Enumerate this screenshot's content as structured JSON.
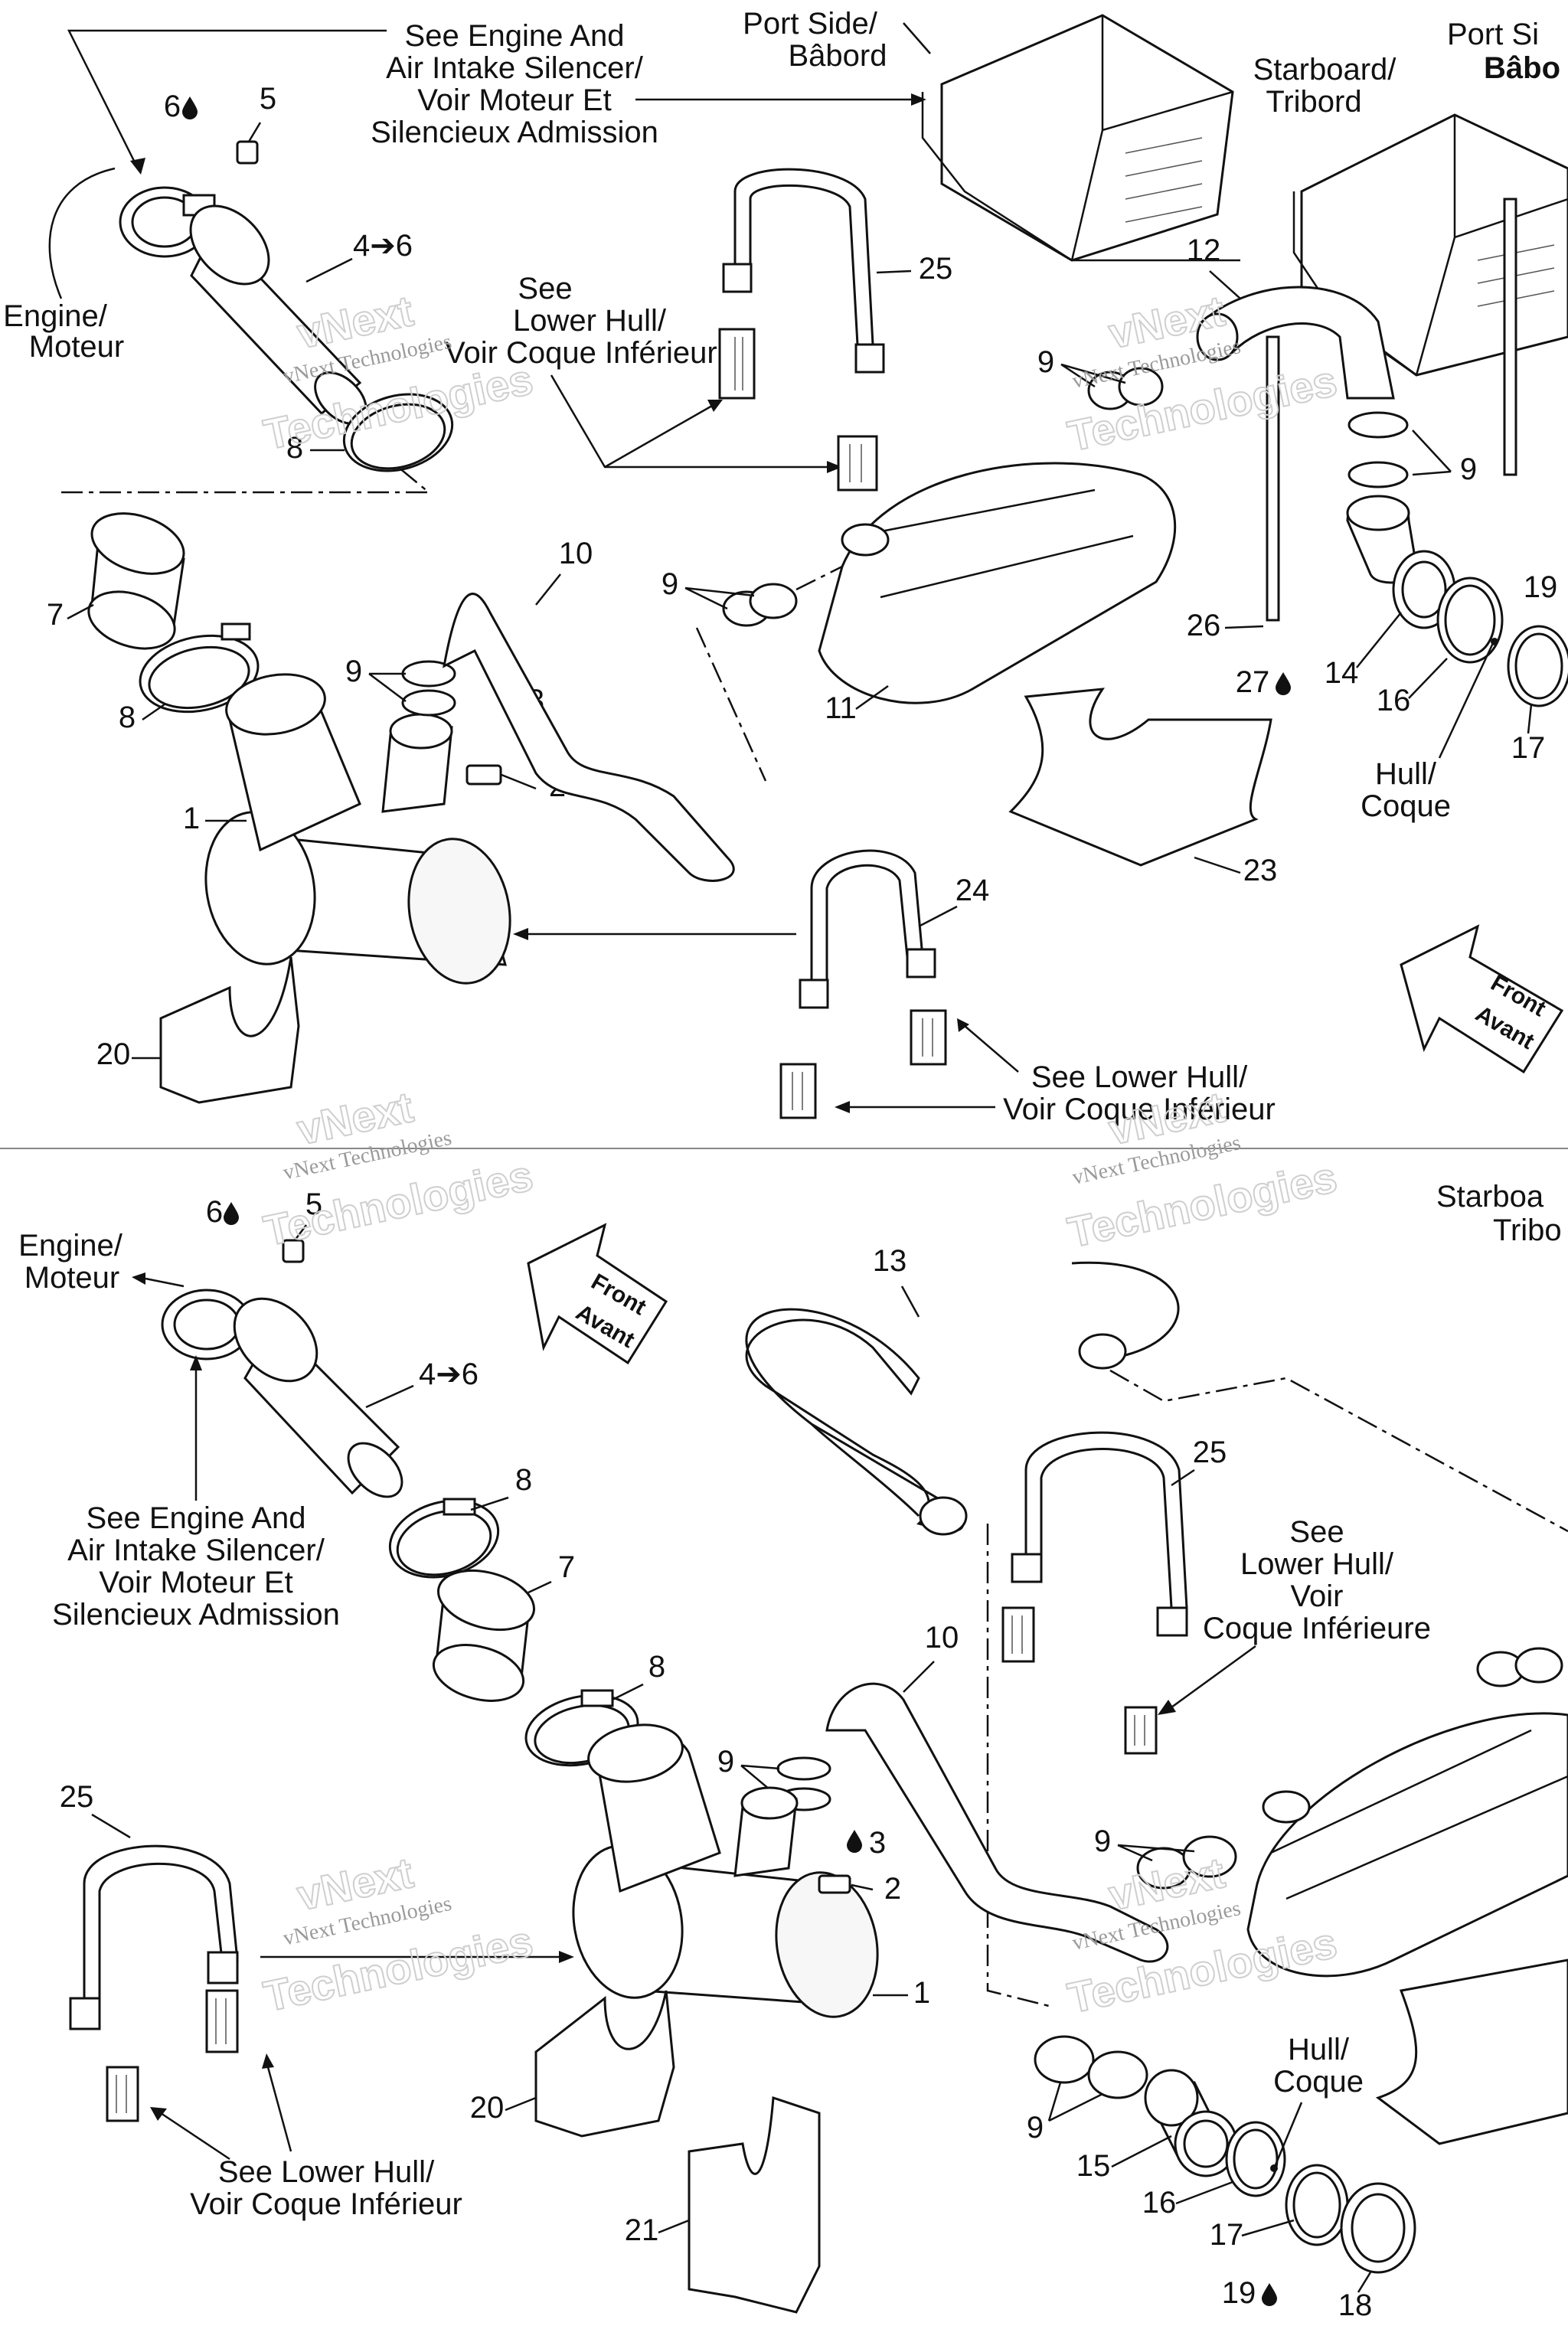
{
  "top_panel": {
    "refs": {
      "engine_intake": [
        "See Engine And",
        "Air Intake Silencer/",
        "Voir Moteur Et",
        "Silencieux Admission"
      ],
      "lower_hull_top": [
        "See",
        "Lower Hull/",
        "Voir Coque Inférieure"
      ],
      "lower_hull_bottom": [
        "See Lower Hull/",
        "Voir Coque Inférieur"
      ],
      "engine": [
        "Engine/",
        "Moteur"
      ],
      "port_side": [
        "Port Side/",
        "Bâbord"
      ],
      "port_side_right": [
        "Port Si",
        "Bâbo"
      ],
      "starboard": [
        "Starboard/",
        "Tribord"
      ],
      "hull": [
        "Hull/",
        "Coque"
      ],
      "front": [
        "Front",
        "Avant"
      ]
    },
    "callouts": {
      "c6": "6",
      "c5": "5",
      "c4": "4➔6",
      "c8a": "8",
      "c8b": "8",
      "c7": "7",
      "c9a": "9",
      "c9b": "9",
      "c9c": "9",
      "c9d": "9",
      "c10": "10",
      "c3": "3",
      "c2": "2",
      "c1": "1",
      "c11": "11",
      "c12": "12",
      "c14": "14",
      "c16": "16",
      "c17": "17",
      "c19": "19",
      "c20": "20",
      "c23": "23",
      "c24": "24",
      "c25": "25",
      "c26": "26",
      "c27": "27"
    }
  },
  "bottom_panel": {
    "refs": {
      "engine": [
        "Engine/",
        "Moteur"
      ],
      "engine_intake": [
        "See Engine And",
        "Air Intake Silencer/",
        "Voir Moteur Et",
        "Silencieux Admission"
      ],
      "lower_hull_right": [
        "See",
        "Lower Hull/",
        "Voir",
        "Coque Inférieure"
      ],
      "lower_hull_bottom": [
        "See Lower Hull/",
        "Voir Coque Inférieur"
      ],
      "starboard": [
        "Starboa",
        "Tribo"
      ],
      "hull": [
        "Hull/",
        "Coque"
      ],
      "front": [
        "Front",
        "Avant"
      ]
    },
    "callouts": {
      "c6": "6",
      "c5": "5",
      "c4": "4➔6",
      "c8a": "8",
      "c8b": "8",
      "c7": "7",
      "c13": "13",
      "c25a": "25",
      "c25b": "25",
      "c10": "10",
      "c9a": "9",
      "c9b": "9",
      "c9c": "9",
      "c3": "3",
      "c2": "2",
      "c1": "1",
      "c20": "20",
      "c21": "21",
      "c15": "15",
      "c16": "16",
      "c17": "17",
      "c18": "18",
      "c19": "19"
    }
  },
  "watermark": {
    "line1": "vNext",
    "line2": "vNext Technologies",
    "line3": "Technologies"
  },
  "colors": {
    "ink": "#111111",
    "background": "#ffffff",
    "watermark": "#cfcfcf"
  }
}
